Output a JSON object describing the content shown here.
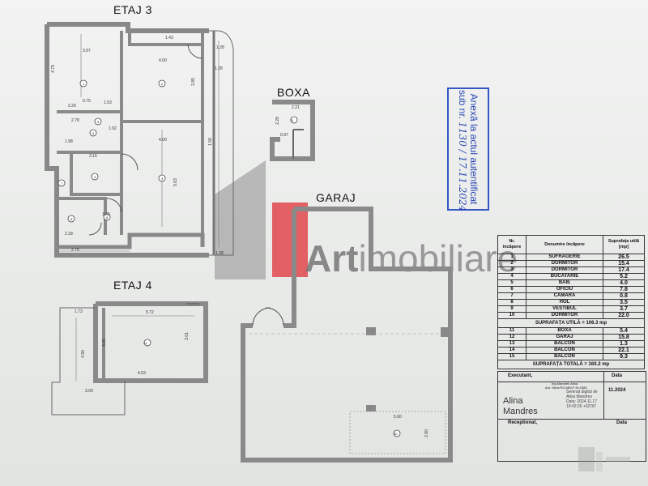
{
  "floor_titles": {
    "etaj3": "ETAJ 3",
    "etaj4": "ETAJ 4",
    "boxa": "BOXA",
    "garaj": "GARAJ"
  },
  "dimensions": {
    "d1": "3.97",
    "d2": "4.79",
    "d3": "1.43",
    "d4": "4.00",
    "d5": "1.28",
    "d6": "1.28",
    "d7": "2.85",
    "d8": "0.75",
    "d9": "2.29",
    "d10": "1.53",
    "d11": "2.78",
    "d12": "1.92",
    "d13": "1.98",
    "d14": "4.00",
    "d15": "3.15",
    "d16": "1.58",
    "d17": "5.63",
    "d18": "1.65",
    "d19": "2.18",
    "d20": "2.75",
    "d21": "1.28",
    "d22": "2.21",
    "d23": "2.28",
    "d24": "0.97",
    "d25": "1.73",
    "d26": "5.72",
    "d27": "3.01",
    "d28": "4.90",
    "d29": "4.63",
    "d30": "3.00",
    "d31": "5.60",
    "d32": "2.80",
    "d33": "4.05"
  },
  "room_markers": [
    "1",
    "2",
    "3",
    "4",
    "5",
    "6",
    "7",
    "8",
    "9",
    "10",
    "11",
    "14"
  ],
  "watermark": {
    "brand_bold": "Art",
    "brand_rest": "imobiliare"
  },
  "stamp": {
    "line1": "Anexă la actul autentificat",
    "line2_prefix": "sub nr.",
    "line2_hand": "1130 / 17.11.2024"
  },
  "table": {
    "headers": [
      "Nr. încăpere",
      "Denumire încăpere",
      "Suprafața utilă [mp]"
    ],
    "rows": [
      {
        "nr": "1",
        "name": "SUFRAGERIE",
        "area": "26.5"
      },
      {
        "nr": "2",
        "name": "DORMITOR",
        "area": "15.4"
      },
      {
        "nr": "3",
        "name": "DORMITOR",
        "area": "17.4"
      },
      {
        "nr": "4",
        "name": "BUCATARIE",
        "area": "5.2"
      },
      {
        "nr": "5",
        "name": "BAIE",
        "area": "4.0"
      },
      {
        "nr": "6",
        "name": "OFICIU",
        "area": "7.8"
      },
      {
        "nr": "7",
        "name": "CAMARA",
        "area": "0.8"
      },
      {
        "nr": "8",
        "name": "HOL",
        "area": "3.5"
      },
      {
        "nr": "9",
        "name": "VESTIBUL",
        "area": "3.7"
      },
      {
        "nr": "10",
        "name": "DORMITOR",
        "area": "22.0"
      }
    ],
    "subtotal_util": "SUPRAFAȚA UTILĂ = 106.3 mp",
    "rows2": [
      {
        "nr": "11",
        "name": "BOXA",
        "area": "5.4"
      },
      {
        "nr": "12",
        "name": "GARAJ",
        "area": "15.8"
      },
      {
        "nr": "13",
        "name": "BALCON",
        "area": "1.3"
      },
      {
        "nr": "14",
        "name": "BALCON",
        "area": "22.1"
      },
      {
        "nr": "15",
        "name": "BALCON",
        "area": "9.3"
      }
    ],
    "total": "SUPRAFAȚA TOTALĂ = 160.2 mp"
  },
  "signature": {
    "executant_label": "Executant,",
    "data_label": "Data",
    "engineer": "Ing.Mandres Alina",
    "authorization": "Aut. Seria RO-MM-F Nr.0383",
    "date": "11.2024",
    "name_line1": "Alina",
    "name_line2": "Mandres",
    "cert1": "Semnat digital de",
    "cert2": "Alina Mandres",
    "cert3": "Data: 2024.11.17",
    "cert4": "19:42:26 +02'00'",
    "receptionat_label": "Receptionat,",
    "data_label2": "Data"
  },
  "colors": {
    "wall": "#8a8a8a",
    "stamp_blue": "#2a48b3",
    "wm_red": "#e0474c",
    "wm_grey": "#8c8c8c"
  }
}
